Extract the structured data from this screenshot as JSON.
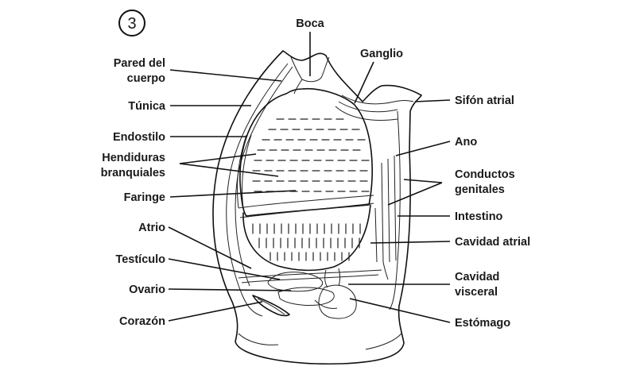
{
  "figure": {
    "number": "3",
    "labels": {
      "boca": "Boca",
      "ganglio": "Ganglio",
      "pared_1": "Pared del",
      "pared_2": "cuerpo",
      "tunica": "Túnica",
      "endostilo": "Endostilo",
      "hendiduras_1": "Hendiduras",
      "hendiduras_2": "branquiales",
      "faringe": "Faringe",
      "atrio": "Atrio",
      "testiculo": "Testículo",
      "ovario": "Ovario",
      "corazon": "Corazón",
      "sifon": "Sifón atrial",
      "ano": "Ano",
      "conductos_1": "Conductos",
      "conductos_2": "genitales",
      "intestino": "Intestino",
      "cavidad_atrial": "Cavidad atrial",
      "cavidad_visceral_1": "Cavidad",
      "cavidad_visceral_2": "visceral",
      "estomago": "Estómago"
    }
  }
}
